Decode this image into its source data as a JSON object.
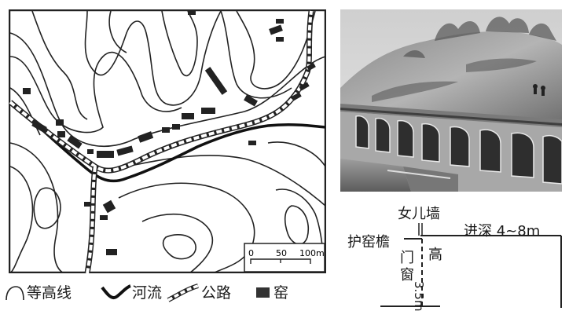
{
  "map": {
    "scale": {
      "zero": "0",
      "mid": "50",
      "end": "100m"
    }
  },
  "legend": {
    "contour": "等高线",
    "river": "河流",
    "road": "公路",
    "cave": "窑"
  },
  "section": {
    "parapet": "女儿墙",
    "eave": "护窑檐",
    "depth": "进深 4~8m",
    "door_window": [
      "门",
      "窗"
    ],
    "height": [
      "高"
    ],
    "height_value": "3.5m"
  }
}
